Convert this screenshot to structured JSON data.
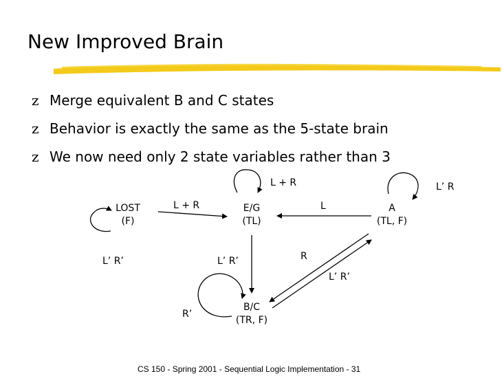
{
  "title": "New Improved Brain",
  "bullets": [
    "Merge equivalent B and C states",
    "Behavior is exactly the same as the 5-state brain",
    "We now need only 2 state variables rather than 3"
  ],
  "bullet_glyph": "z",
  "diagram": {
    "states": [
      {
        "id": "lost",
        "name": "LOST",
        "output": "(F)"
      },
      {
        "id": "eg",
        "name": "E/G",
        "output": "(TL)"
      },
      {
        "id": "a",
        "name": "A",
        "output": "(TL, F)"
      },
      {
        "id": "bc",
        "name": "B/C",
        "output": "(TR, F)"
      }
    ],
    "transitions": [
      {
        "from": "lost",
        "to": "lost",
        "label": "L’ R’"
      },
      {
        "from": "lost",
        "to": "eg",
        "label": "L + R"
      },
      {
        "from": "eg",
        "to": "eg",
        "label": "L + R"
      },
      {
        "from": "eg",
        "to": "bc",
        "label": "L’ R’"
      },
      {
        "from": "a",
        "to": "eg",
        "label": "L"
      },
      {
        "from": "a",
        "to": "a",
        "label": "L’ R"
      },
      {
        "from": "a",
        "to": "bc",
        "label": "R"
      },
      {
        "from": "bc",
        "to": "a",
        "label": "L’ R’"
      },
      {
        "from": "bc",
        "to": "bc",
        "label": "R’"
      }
    ]
  },
  "footer": "CS 150 - Spring 2001 - Sequential Logic Implementation - 31",
  "colors": {
    "title_underline": "#f2c400"
  }
}
